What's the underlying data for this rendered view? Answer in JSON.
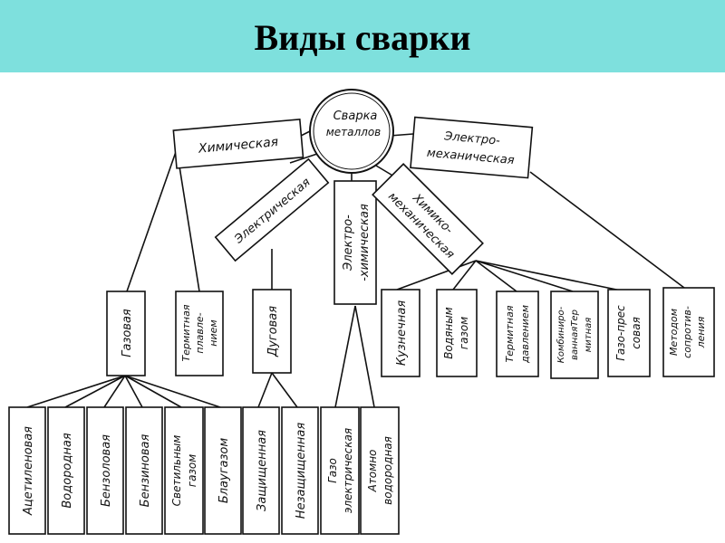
{
  "header": {
    "title": "Виды сварки"
  },
  "colors": {
    "header_bg": "#7ee0dd",
    "ink": "#111111"
  },
  "diagram": {
    "root": [
      "Сварка",
      "металлов"
    ],
    "chemical": "Химическая",
    "electromechanical": [
      "Электро-",
      "механическая"
    ],
    "electric": "Электрическая",
    "electrochemical": [
      "Электро-",
      "-химическая"
    ],
    "chemomechanical": [
      "Химико-",
      "механическая"
    ],
    "gas": "Газовая",
    "thermite_melt": [
      "Термитная",
      "плавле-",
      "нием"
    ],
    "arc": "Дуговая",
    "forge": "Кузнечная",
    "water_gas": [
      "Водяным",
      "газом"
    ],
    "thermite_pressure": [
      "Термитная",
      "давлением"
    ],
    "combined_thermite": [
      "Комбиниро-",
      "ваннаяТер",
      "митная"
    ],
    "gas_press": [
      "Газо-прес",
      "совая"
    ],
    "resistance": [
      "Методом",
      "сопротив-",
      "ления"
    ],
    "acetylene": "Ацетиленовая",
    "hydrogen": "Водородная",
    "benzol": "Бензоловая",
    "benzine": "Бензиновая",
    "light_gas": [
      "Светильным",
      "газом"
    ],
    "blaugas": "Блаугазом",
    "protected": "Защищенная",
    "unprotected": "Незащищенная",
    "gas_electric": [
      "Газо",
      "электрическая"
    ],
    "atomic_hydrogen": [
      "Атомно",
      "водородная"
    ]
  }
}
